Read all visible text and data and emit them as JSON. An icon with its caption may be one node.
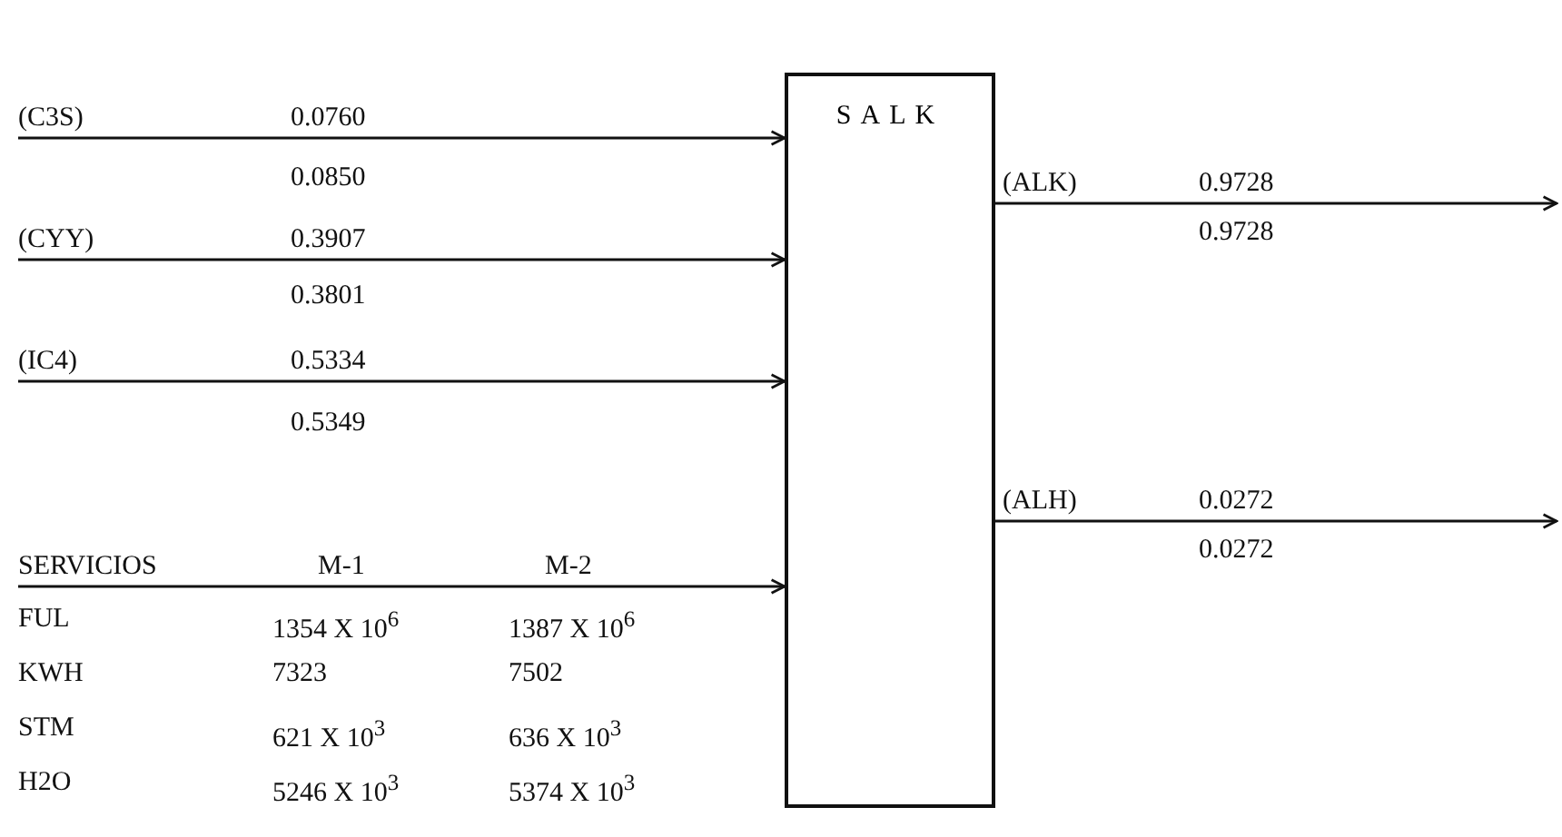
{
  "diagram": {
    "nodes": [
      {
        "text": [
          "SALK"
        ]
      },
      {
        "text": [
          "(C3S)"
        ]
      },
      {
        "text": [
          "(CYY)"
        ]
      },
      {
        "text": [
          "(IC4)"
        ]
      },
      {
        "text": [
          "SERVICIOS"
        ]
      }
    ],
    "edges": [
      {
        "from": 1,
        "to": 0,
        "arrow": "to"
      },
      {
        "from": 2,
        "to": 0,
        "arrow": "to"
      },
      {
        "from": 3,
        "to": 0,
        "arrow": "to"
      },
      {
        "from": 4,
        "to": 0,
        "arrow": "to"
      },
      {
        "from": 0,
        "to": null,
        "arrow": "to"
      },
      {
        "from": 0,
        "to": null,
        "arrow": "to"
      }
    ],
    "labels": [
      "0.0760",
      "0.0850",
      "0.3907",
      "0.3801",
      "0.5334",
      "0.5349",
      "M-1",
      "M-2",
      "FUL",
      "1354 X 10$^{6}$",
      "1387 X 10$^{6}$",
      "KWH",
      "7323",
      "7502",
      "STM",
      "621 X 10$^{3}$",
      "636 X 10$^{3}$",
      "H2O",
      "5246 X 10$^{3}$",
      "5374 X 10$^{3}$",
      "(ALK)",
      "0.9728",
      "0.9728",
      "(ALH)",
      "0.0272",
      "0.0272"
    ]
  }
}
